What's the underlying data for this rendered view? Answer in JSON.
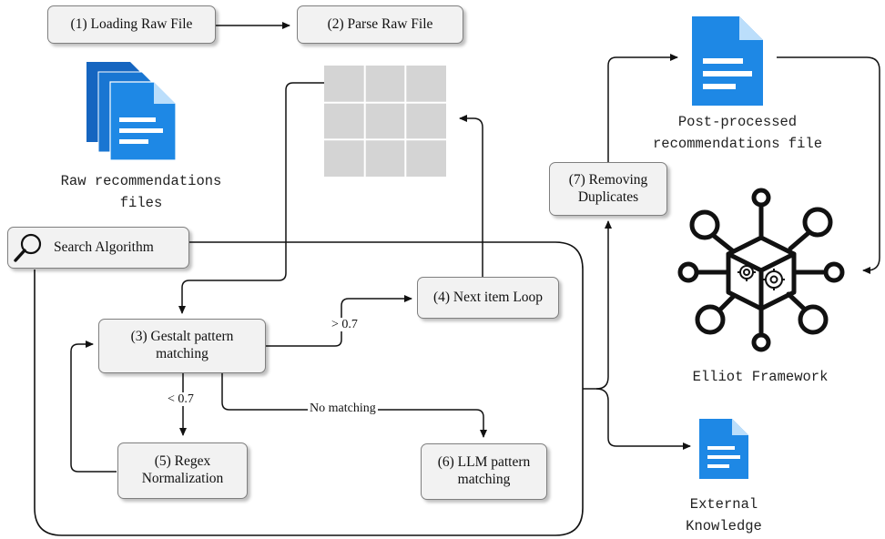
{
  "steps": {
    "s1": "(1) Loading Raw File",
    "s2": "(2) Parse Raw File",
    "s3": "(3) Gestalt pattern\nmatching",
    "s4": "(4) Next item Loop",
    "s5": "(5) Regex\nNormalization",
    "s6": "(6) LLM pattern\nmatching",
    "s7": "(7) Removing\nDuplicates"
  },
  "search_algorithm": "Search Algorithm",
  "captions": {
    "raw_files": "Raw recommendations\nfiles",
    "post_processed": "Post-processed\nrecommendations file",
    "elliot": "Elliot Framework",
    "external": "External\nKnowledge"
  },
  "edge_labels": {
    "gt": "> 0.7",
    "lt": "< 0.7",
    "none": "No matching"
  },
  "colors": {
    "doc_blue": "#1e88e5",
    "doc_dark": "#1565c0",
    "grid_gray": "#d4d4d4"
  }
}
